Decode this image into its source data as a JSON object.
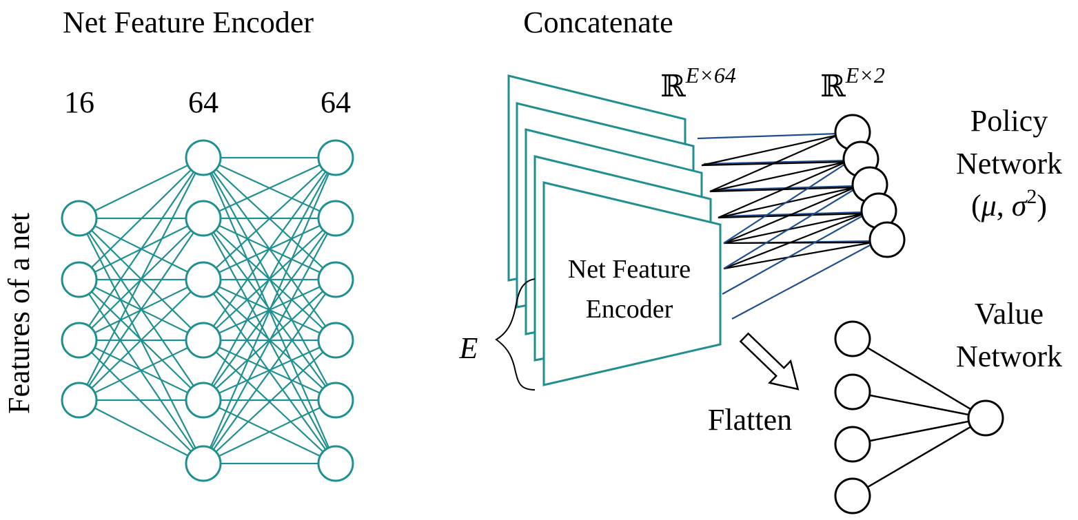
{
  "left_panel": {
    "title": "Net Feature Encoder",
    "layer_sizes": [
      "16",
      "64",
      "64"
    ],
    "side_label": "Features of a net"
  },
  "middle_panel": {
    "title": "Concatenate",
    "encoder_label_line1": "Net Feature",
    "encoder_label_line2": "Encoder",
    "brace_label": "E",
    "flatten_label": "Flatten"
  },
  "right_panel": {
    "output_dim_label": {
      "base": "ℝ",
      "sup": "E×64"
    },
    "policy_dim_label": {
      "base": "ℝ",
      "sup": "E×2"
    },
    "policy_line1": "Policy",
    "policy_line2": "Network",
    "policy_line3": {
      "open": "(",
      "mu": "μ",
      "comma": ", ",
      "sigma": "σ",
      "sup": "2",
      "close": ")"
    },
    "value_line1": "Value",
    "value_line2": "Network"
  },
  "colors": {
    "teal": "#1f8f8f",
    "navy": "#1f4e8c",
    "black": "#000000"
  }
}
